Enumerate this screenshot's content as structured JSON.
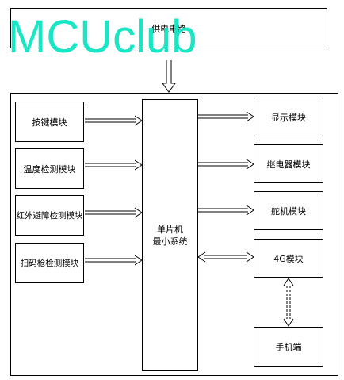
{
  "power": {
    "label": "供电电路"
  },
  "watermark": {
    "text": "MCUclub"
  },
  "mcu": {
    "line1": "单片机",
    "line2": "最小系统"
  },
  "inputs": [
    {
      "label": "按键模块"
    },
    {
      "label": "温度检测模块"
    },
    {
      "label": "红外避障检测模块"
    },
    {
      "label": "扫码枪检测模块"
    }
  ],
  "outputs": [
    {
      "label": "显示模块"
    },
    {
      "label": "继电器模块"
    },
    {
      "label": "舵机模块"
    },
    {
      "label": "4G模块"
    }
  ],
  "phone": {
    "label": "手机端"
  }
}
